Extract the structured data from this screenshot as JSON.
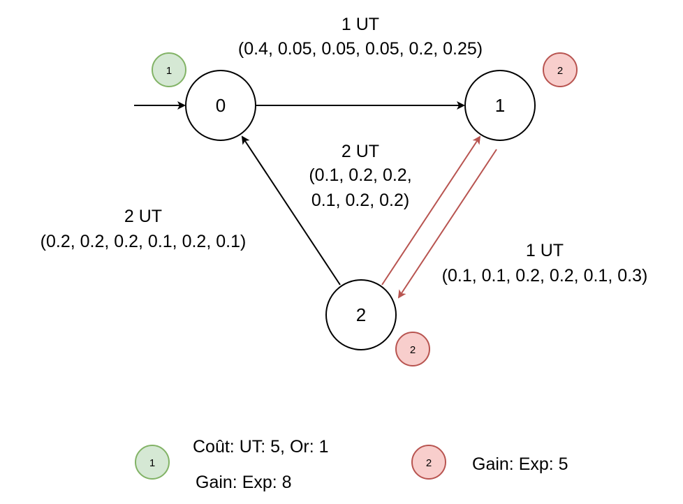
{
  "nodes": [
    {
      "id": "0",
      "label": "0"
    },
    {
      "id": "1",
      "label": "1"
    },
    {
      "id": "2",
      "label": "2"
    }
  ],
  "edges": [
    {
      "id": "0-1",
      "from": "0",
      "to": "1",
      "cost": "1 UT",
      "probs": "(0.4, 0.05, 0.05, 0.05, 0.2, 0.25)"
    },
    {
      "id": "2-0",
      "from": "2",
      "to": "0",
      "cost": "2 UT",
      "probs": "(0.2, 0.2, 0.2, 0.1, 0.2, 0.1)"
    },
    {
      "id": "2-1",
      "from": "2",
      "to": "1",
      "cost": "2 UT",
      "probs_line1": "(0.1, 0.2, 0.2,",
      "probs_line2": "0.1, 0.2, 0.2)"
    },
    {
      "id": "1-2",
      "from": "1",
      "to": "2",
      "cost": "1 UT",
      "probs": "(0.1, 0.1, 0.2, 0.2, 0.1, 0.3)"
    }
  ],
  "badges": [
    {
      "node": "0",
      "label": "1",
      "kind": "green"
    },
    {
      "node": "1",
      "label": "2",
      "kind": "red"
    },
    {
      "node": "2",
      "label": "2",
      "kind": "red"
    }
  ],
  "legend": {
    "green": {
      "label": "1",
      "cost": "Coût: UT: 5, Or: 1",
      "gain": "Gain: Exp: 8"
    },
    "red": {
      "label": "2",
      "gain": "Gain: Exp: 5"
    }
  },
  "colors": {
    "green_fill": "#d5e8d4",
    "green_stroke": "#82b366",
    "red_fill": "#f8cecc",
    "red_stroke": "#b85450",
    "black": "#000000"
  }
}
